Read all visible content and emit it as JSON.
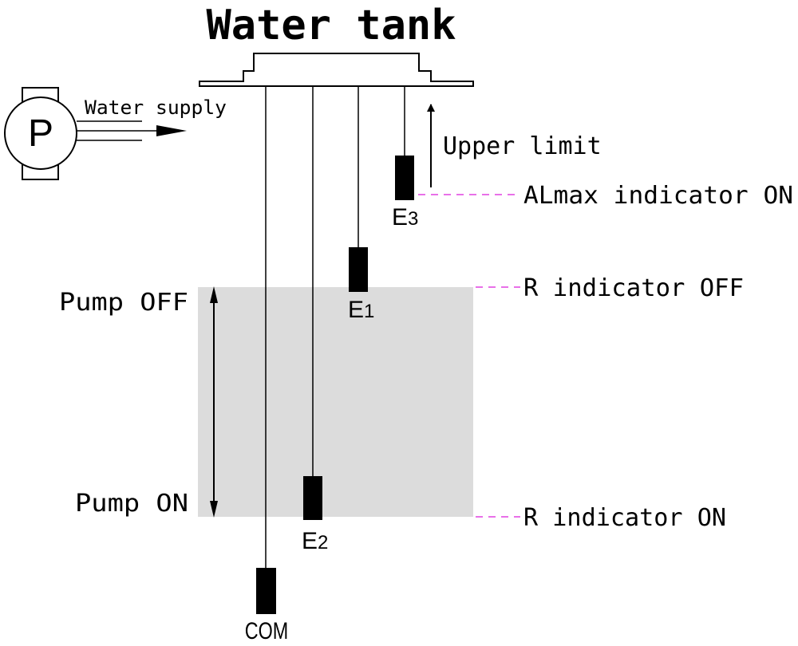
{
  "title": "Water tank",
  "pump": {
    "letter": "P",
    "supply_label": "Water supply"
  },
  "electrodes": {
    "com": "COM",
    "e1": {
      "letter": "E",
      "sub": "1"
    },
    "e2": {
      "letter": "E",
      "sub": "2"
    },
    "e3": {
      "letter": "E",
      "sub": "3"
    }
  },
  "labels": {
    "upper_limit": "Upper limit",
    "almax_on": "ALmax indicator ON",
    "r_off": "R indicator OFF",
    "r_on": "R indicator ON",
    "pump_off": "Pump OFF",
    "pump_on": "Pump ON"
  },
  "colors": {
    "water_zone": "#dcdcdc",
    "leader_line": "#e040e0",
    "line": "#000000"
  }
}
